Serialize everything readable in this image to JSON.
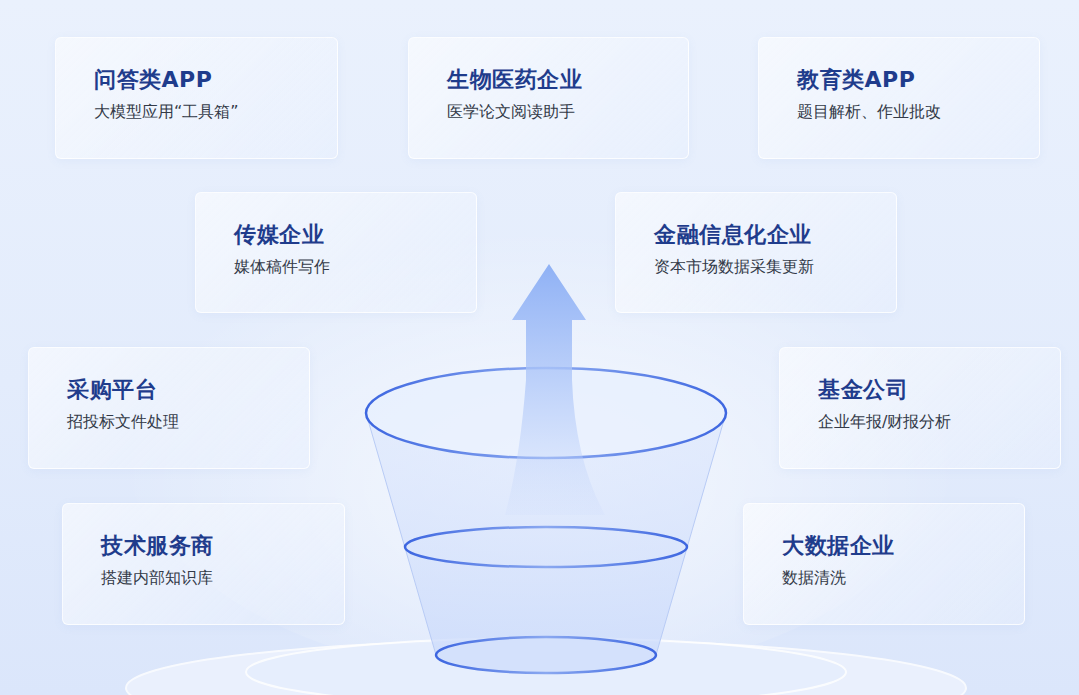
{
  "diagram": {
    "nodes": [
      {
        "text": [
          "问答类APP",
          "大模型应用“工具箱”"
        ]
      },
      {
        "text": [
          "生物医药企业",
          "医学论文阅读助手"
        ]
      },
      {
        "text": [
          "教育类APP",
          "题目解析、作业批改"
        ]
      },
      {
        "text": [
          "传媒企业",
          "媒体稿件写作"
        ]
      },
      {
        "text": [
          "金融信息化企业",
          "资本市场数据采集更新"
        ]
      },
      {
        "text": [
          "采购平台",
          "招投标文件处理"
        ]
      },
      {
        "text": [
          "基金公司",
          "企业年报/财报分析"
        ]
      },
      {
        "text": [
          "技术服务商",
          "搭建内部知识库"
        ]
      },
      {
        "text": [
          "大数据企业",
          "数据清洗"
        ]
      }
    ]
  }
}
